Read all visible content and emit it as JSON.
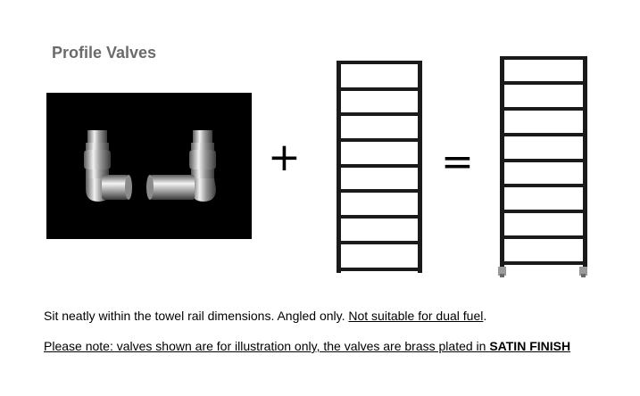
{
  "title": "Profile Valves",
  "operators": {
    "plus": "+",
    "equals": "="
  },
  "images": {
    "valves": "chrome-angled-valves-pair",
    "rail_plain": "black-towel-rail",
    "rail_with_valves": "black-towel-rail-with-valves"
  },
  "line1": {
    "text": "Sit neatly within the towel rail dimensions. Angled only.",
    "underlined": "Not suitable for dual fuel",
    "end": "."
  },
  "line2": {
    "text": "Please note: valves shown are for illustration only, the valves are brass plated in",
    "bold": "SATIN FINISH"
  },
  "colors": {
    "title": "#6b6b6b",
    "rail": "#1a1a1a",
    "photo_background": "#000000"
  }
}
